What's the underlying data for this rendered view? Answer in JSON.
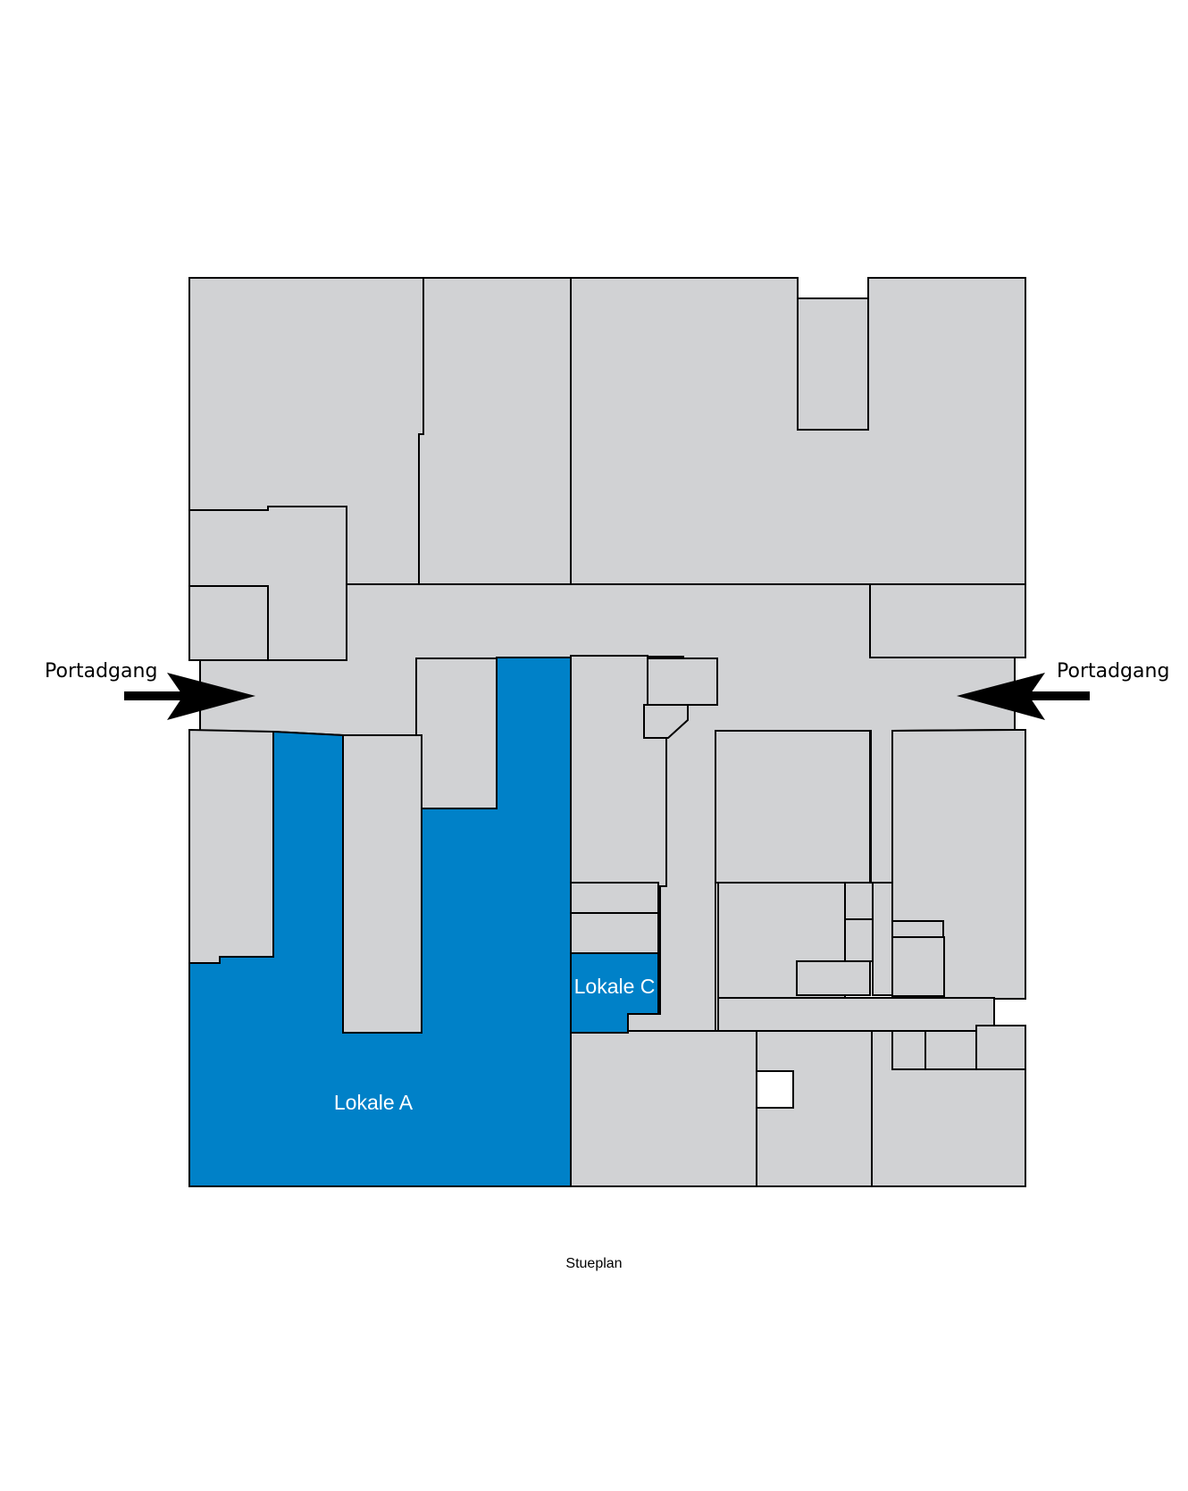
{
  "colors": {
    "room_fill": "#d1d2d4",
    "highlight": "#0081c8",
    "outline": "#000000",
    "label_on_highlight": "#ffffff"
  },
  "entrances": {
    "left_label": "Portadgang",
    "right_label": "Portadgang"
  },
  "units": {
    "a_label": "Lokale A",
    "c_label": "Lokale C"
  },
  "caption": "Stueplan"
}
